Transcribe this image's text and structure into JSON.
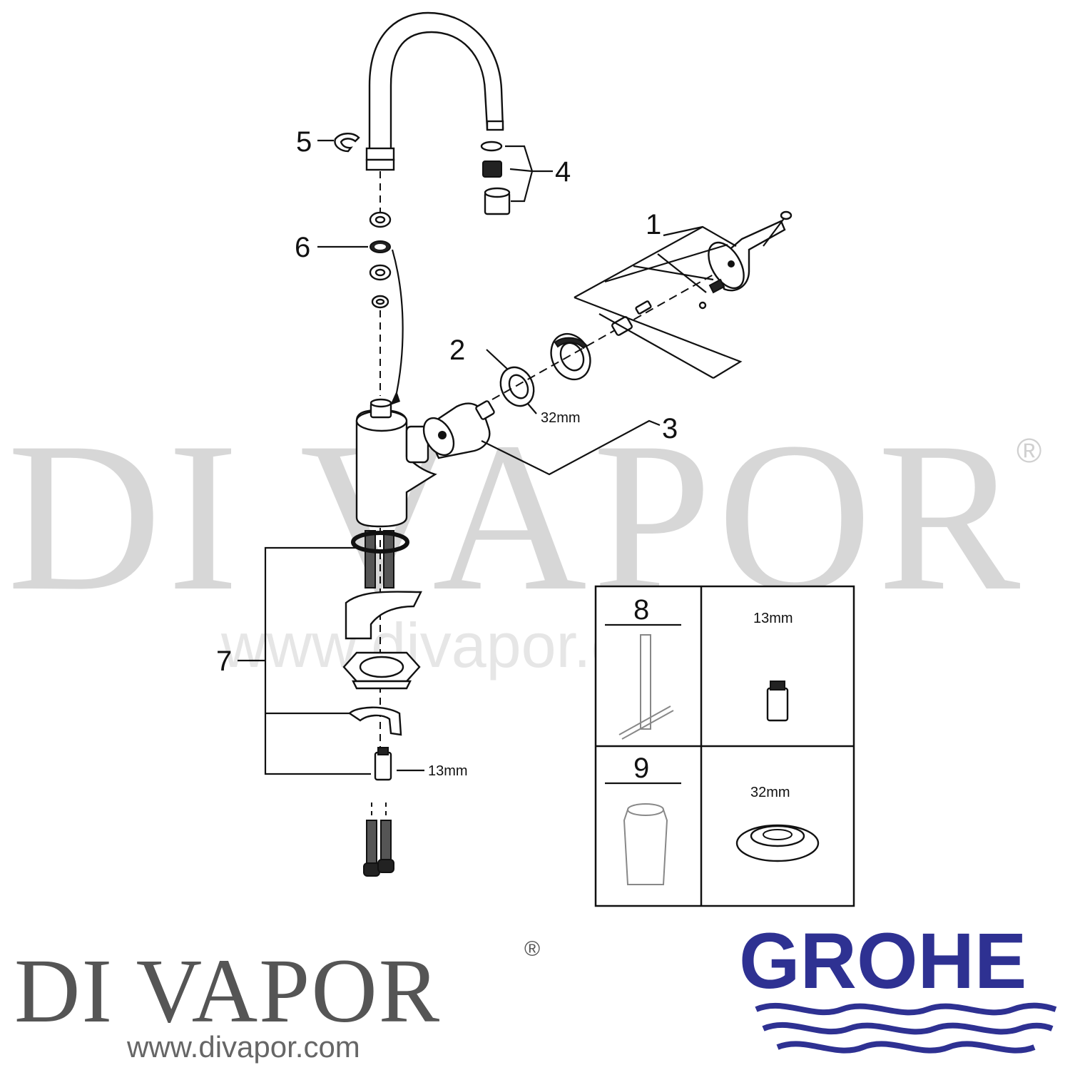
{
  "watermark": {
    "brand": "DI VAPOR",
    "registered": "®",
    "url": "www.divapor.com"
  },
  "callouts": {
    "c1": "1",
    "c2": "2",
    "c3": "3",
    "c4": "4",
    "c5": "5",
    "c6": "6",
    "c7": "7"
  },
  "dimensions": {
    "nut_size": "32mm",
    "nut_bolt_size": "13mm"
  },
  "tools": {
    "tool8_number": "8",
    "tool8_size": "13mm",
    "tool9_number": "9",
    "tool9_size": "32mm"
  },
  "footer": {
    "brand": "DI VAPOR",
    "registered": "®",
    "url": "www.divapor.com",
    "manufacturer": "GROHE",
    "manufacturer_color": "#2e3192"
  }
}
